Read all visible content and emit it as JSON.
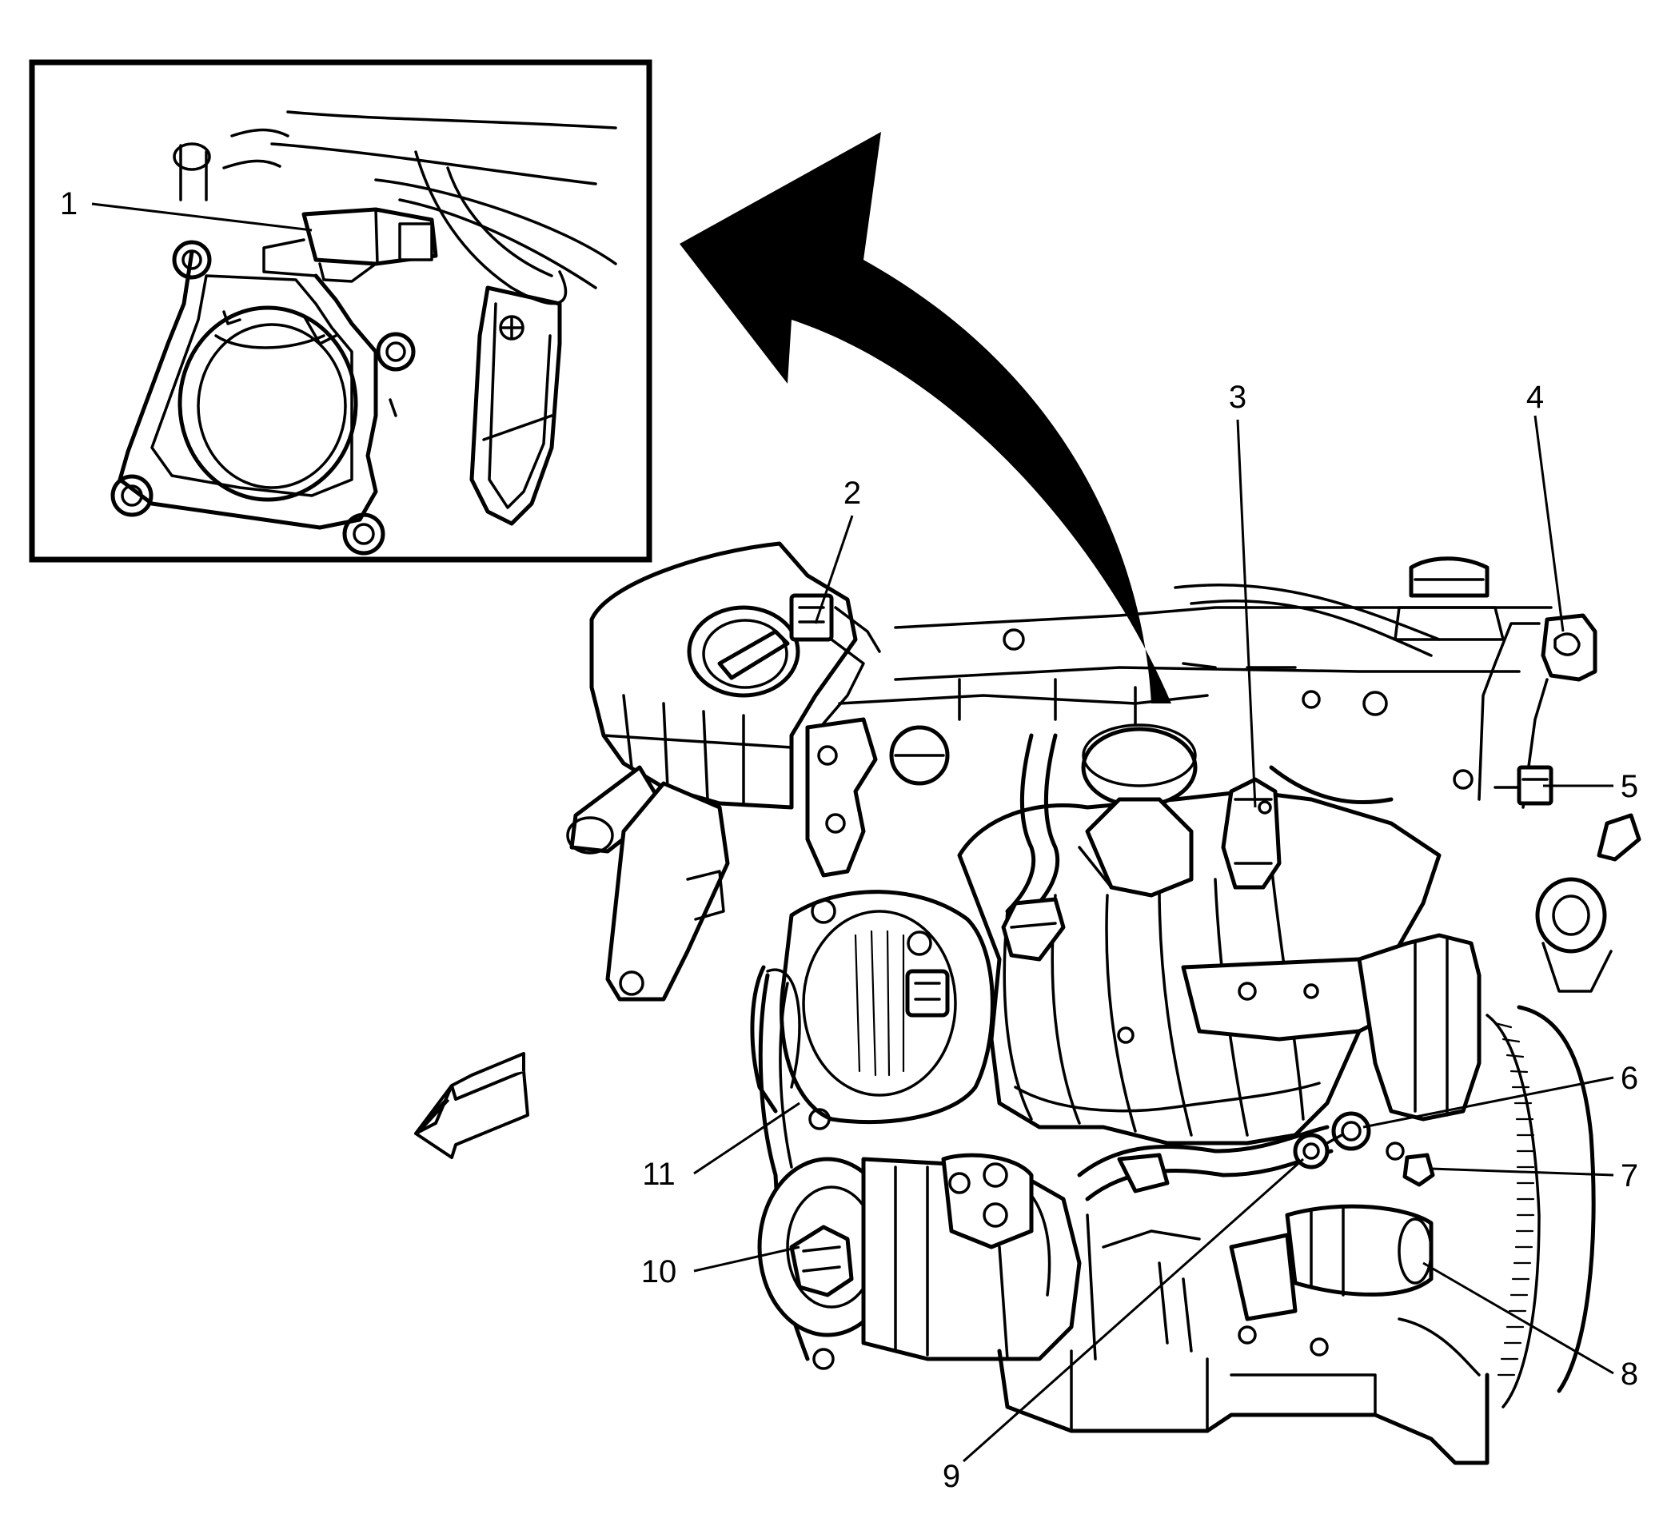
{
  "callouts": {
    "c1": "1",
    "c2": "2",
    "c3": "3",
    "c4": "4",
    "c5": "5",
    "c6": "6",
    "c7": "7",
    "c8": "8",
    "c9": "9",
    "c10": "10",
    "c11": "11"
  },
  "colors": {
    "ink": "#000000",
    "paper": "#ffffff"
  }
}
